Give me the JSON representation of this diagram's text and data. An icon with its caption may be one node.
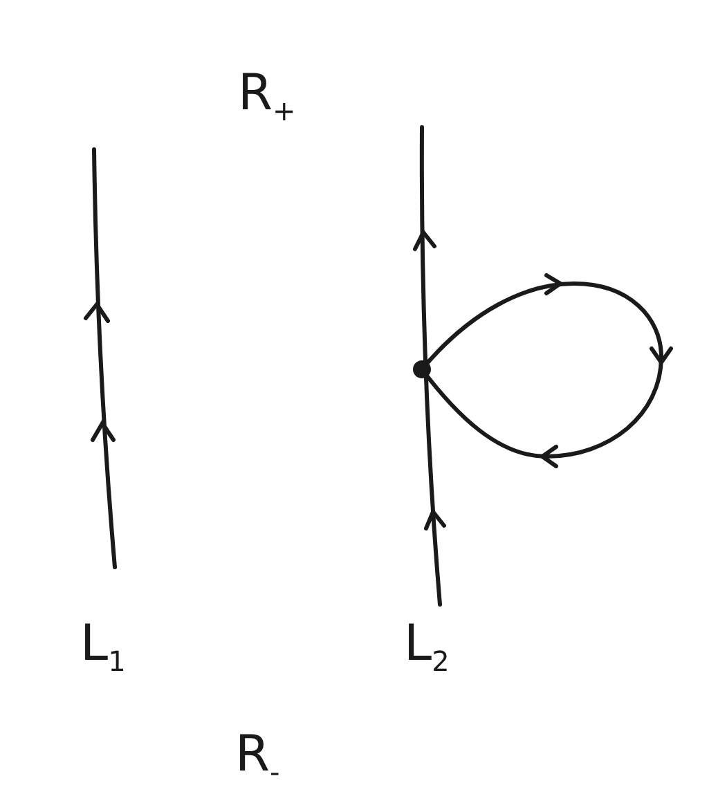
{
  "diagram": {
    "labels": [
      "R$_{+}$",
      "L$_{1}$",
      "L$_{2}$",
      "R$_{-}$"
    ]
  }
}
